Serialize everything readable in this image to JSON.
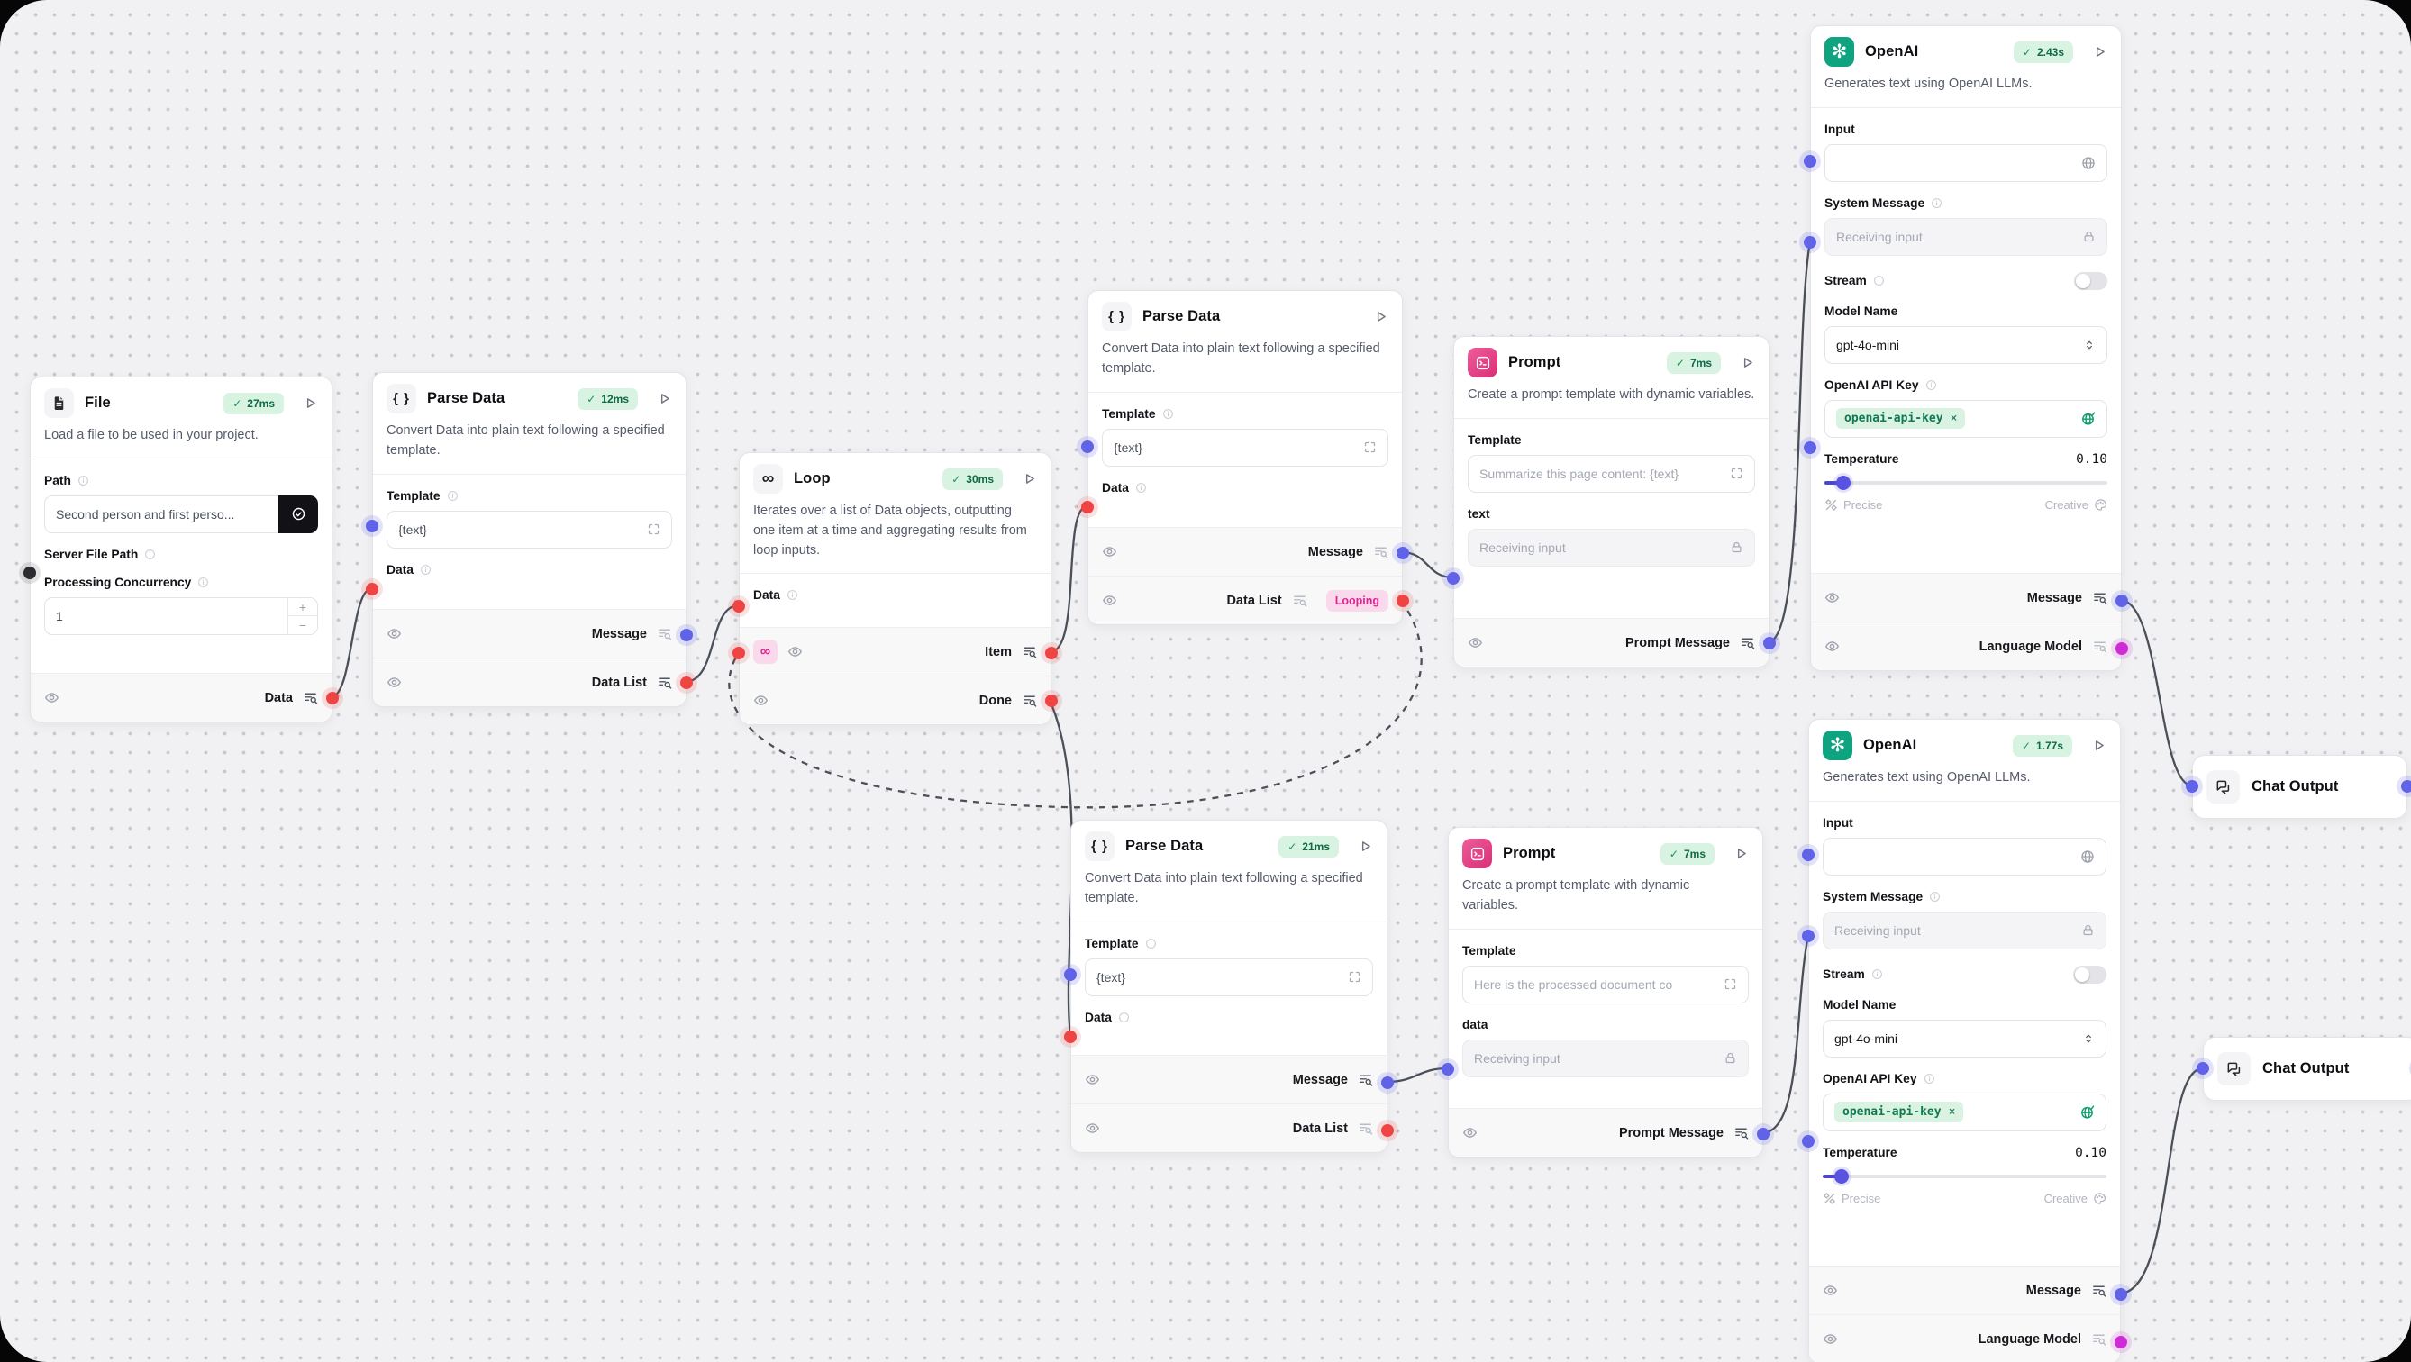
{
  "glyphs": {
    "check": "✓",
    "braces": "{ }",
    "infinity": "∞",
    "close": "×",
    "plus": "+",
    "minus": "−"
  },
  "colors": {
    "canvas_bg": "#f1f1f3",
    "node_bg": "#ffffff",
    "edge": "#4b5058",
    "port_red": "#ee4444",
    "port_purple": "#6062e8",
    "port_magenta": "#cf2bd6",
    "port_dark": "#2b2b30",
    "badge_green_bg": "#d9f3e3",
    "badge_green_text": "#0c6b40",
    "looping_pink_bg": "#fbd9ec",
    "looping_pink_text": "#dd2590",
    "openai_brand": "#10a37f",
    "prompt_gradient_start": "#ee5c9a",
    "prompt_gradient_end": "#d92f77",
    "api_tag_bg": "#d9f2e1",
    "api_tag_text": "#0f7a50",
    "slider_accent": "#5a52e0"
  },
  "nodes": {
    "file": {
      "title": "File",
      "status": "27ms",
      "description": "Load a file to be used in your project.",
      "path_label": "Path",
      "path_value": "Second person and first perso...",
      "server_file_path_label": "Server File Path",
      "concurrency_label": "Processing Concurrency",
      "concurrency_value": "1",
      "output_label": "Data"
    },
    "parse_data_1": {
      "title": "Parse Data",
      "status": "12ms",
      "description": "Convert Data into plain text following a specified template.",
      "template_label": "Template",
      "template_value": "{text}",
      "data_label": "Data",
      "output_message": "Message",
      "output_data_list": "Data List"
    },
    "loop": {
      "title": "Loop",
      "status": "30ms",
      "description": "Iterates over a list of Data objects, outputting one item at a time and aggregating results from loop inputs.",
      "data_label": "Data",
      "output_item": "Item",
      "output_done": "Done"
    },
    "parse_data_loop": {
      "title": "Parse Data",
      "description": "Convert Data into plain text following a specified template.",
      "template_label": "Template",
      "template_value": "{text}",
      "data_label": "Data",
      "output_message": "Message",
      "output_data_list": "Data List",
      "looping_badge": "Looping"
    },
    "prompt_1": {
      "title": "Prompt",
      "status": "7ms",
      "description": "Create a prompt template with dynamic variables.",
      "template_label": "Template",
      "template_value": "Summarize this page content: {text}",
      "field_label": "text",
      "field_value": "Receiving input",
      "output_label": "Prompt Message"
    },
    "parse_data_2": {
      "title": "Parse Data",
      "status": "21ms",
      "description": "Convert Data into plain text following a specified template.",
      "template_label": "Template",
      "template_value": "{text}",
      "data_label": "Data",
      "output_message": "Message",
      "output_data_list": "Data List"
    },
    "prompt_2": {
      "title": "Prompt",
      "status": "7ms",
      "description": "Create a prompt template with dynamic variables.",
      "template_label": "Template",
      "template_value": "Here is the processed document co",
      "field_label": "data",
      "field_value": "Receiving input",
      "output_label": "Prompt Message"
    },
    "openai_1": {
      "title": "OpenAI",
      "status": "2.43s",
      "description": "Generates text using OpenAI LLMs.",
      "input_label": "Input",
      "system_message_label": "System Message",
      "system_message_value": "Receiving input",
      "stream_label": "Stream",
      "model_name_label": "Model Name",
      "model_name_value": "gpt-4o-mini",
      "api_key_label": "OpenAI API Key",
      "api_key_tag": "openai-api-key",
      "temperature_label": "Temperature",
      "temperature_value": "0.10",
      "precise_label": "Precise",
      "creative_label": "Creative",
      "output_message": "Message",
      "output_language_model": "Language Model"
    },
    "openai_2": {
      "title": "OpenAI",
      "status": "1.77s",
      "description": "Generates text using OpenAI LLMs.",
      "input_label": "Input",
      "system_message_label": "System Message",
      "system_message_value": "Receiving input",
      "stream_label": "Stream",
      "model_name_label": "Model Name",
      "model_name_value": "gpt-4o-mini",
      "api_key_label": "OpenAI API Key",
      "api_key_tag": "openai-api-key",
      "temperature_label": "Temperature",
      "temperature_value": "0.10",
      "precise_label": "Precise",
      "creative_label": "Creative",
      "output_message": "Message",
      "output_language_model": "Language Model"
    },
    "chat_output_1": {
      "title": "Chat Output"
    },
    "chat_output_2": {
      "title": "Chat Output"
    }
  }
}
